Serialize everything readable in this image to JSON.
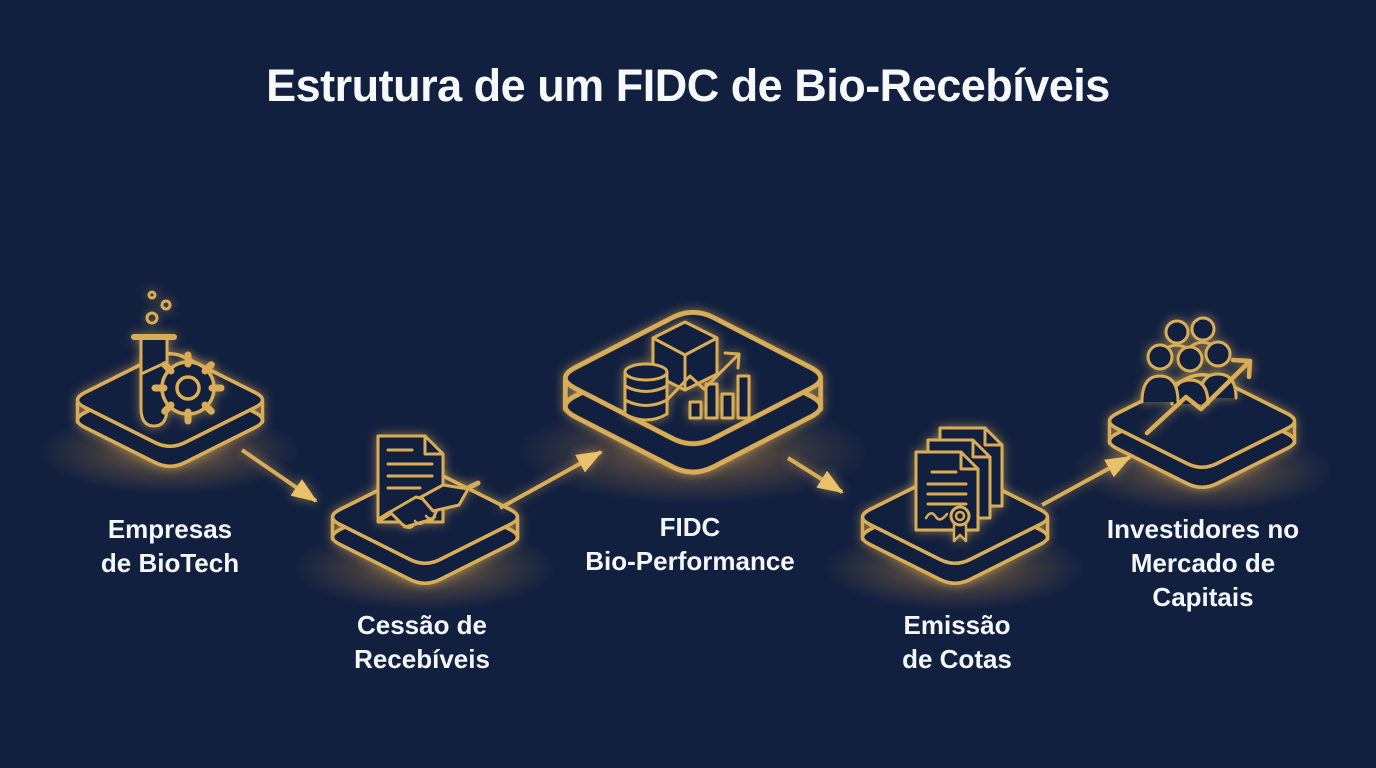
{
  "title": "Estrutura de um FIDC de Bio-Recebíveis",
  "nodes": [
    {
      "id": "empresas-biotech",
      "lines": [
        "Empresas",
        "de BioTech"
      ],
      "icon": "test-tube-gear-icon"
    },
    {
      "id": "cessao-recebiveis",
      "lines": [
        "Cessão de",
        "Recebíveis"
      ],
      "icon": "document-handshake-icon"
    },
    {
      "id": "fidc-bio-performance",
      "lines": [
        "FIDC",
        "Bio-Performance"
      ],
      "icon": "cube-database-bar-chart-icon"
    },
    {
      "id": "emissao-cotas",
      "lines": [
        "Emissão",
        "de Cotas"
      ],
      "icon": "certificates-icon"
    },
    {
      "id": "investidores-mercado",
      "lines": [
        "Investidores no",
        "Mercado de",
        "Capitais"
      ],
      "icon": "investors-growth-icon"
    }
  ],
  "edges": [
    {
      "from": "empresas-biotech",
      "to": "cessao-recebiveis"
    },
    {
      "from": "cessao-recebiveis",
      "to": "fidc-bio-performance"
    },
    {
      "from": "fidc-bio-performance",
      "to": "emissao-cotas"
    },
    {
      "from": "emissao-cotas",
      "to": "investidores-mercado"
    }
  ],
  "colors": {
    "background": "#12203f",
    "gold": "#d9ad58",
    "gold_bright": "#e9c169",
    "text": "#f3f6fb"
  }
}
